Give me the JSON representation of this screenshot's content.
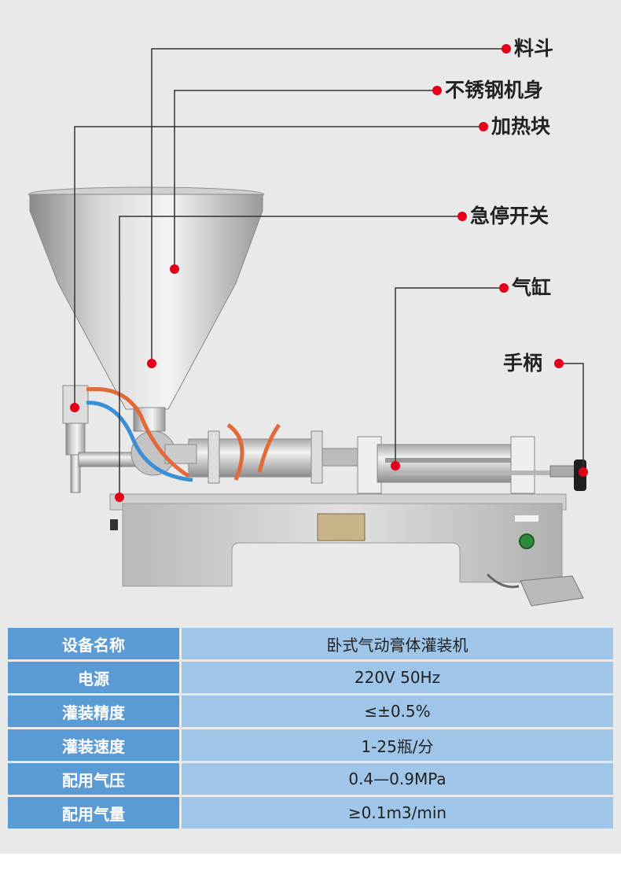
{
  "callouts": {
    "hopper": "料斗",
    "stainless_body": "不锈钢机身",
    "heating_block": "加热块",
    "emergency_stop": "急停开关",
    "cylinder": "气缸",
    "handle": "手柄"
  },
  "specs": [
    {
      "key": "设备名称",
      "value": "卧式气动膏体灌装机"
    },
    {
      "key": "电源",
      "value": "220V  50Hz"
    },
    {
      "key": "灌装精度",
      "value": "≤±0.5%"
    },
    {
      "key": "灌装速度",
      "value": "1-25瓶/分"
    },
    {
      "key": "配用气压",
      "value": "0.4—0.9MPa"
    },
    {
      "key": "配用气量",
      "value": "≥0.1m3/min"
    }
  ],
  "colors": {
    "callout_dot": "#e4001b",
    "table_header": "#5b9bd5",
    "table_value": "#9fc5e8",
    "background": "#e9e9e9"
  }
}
